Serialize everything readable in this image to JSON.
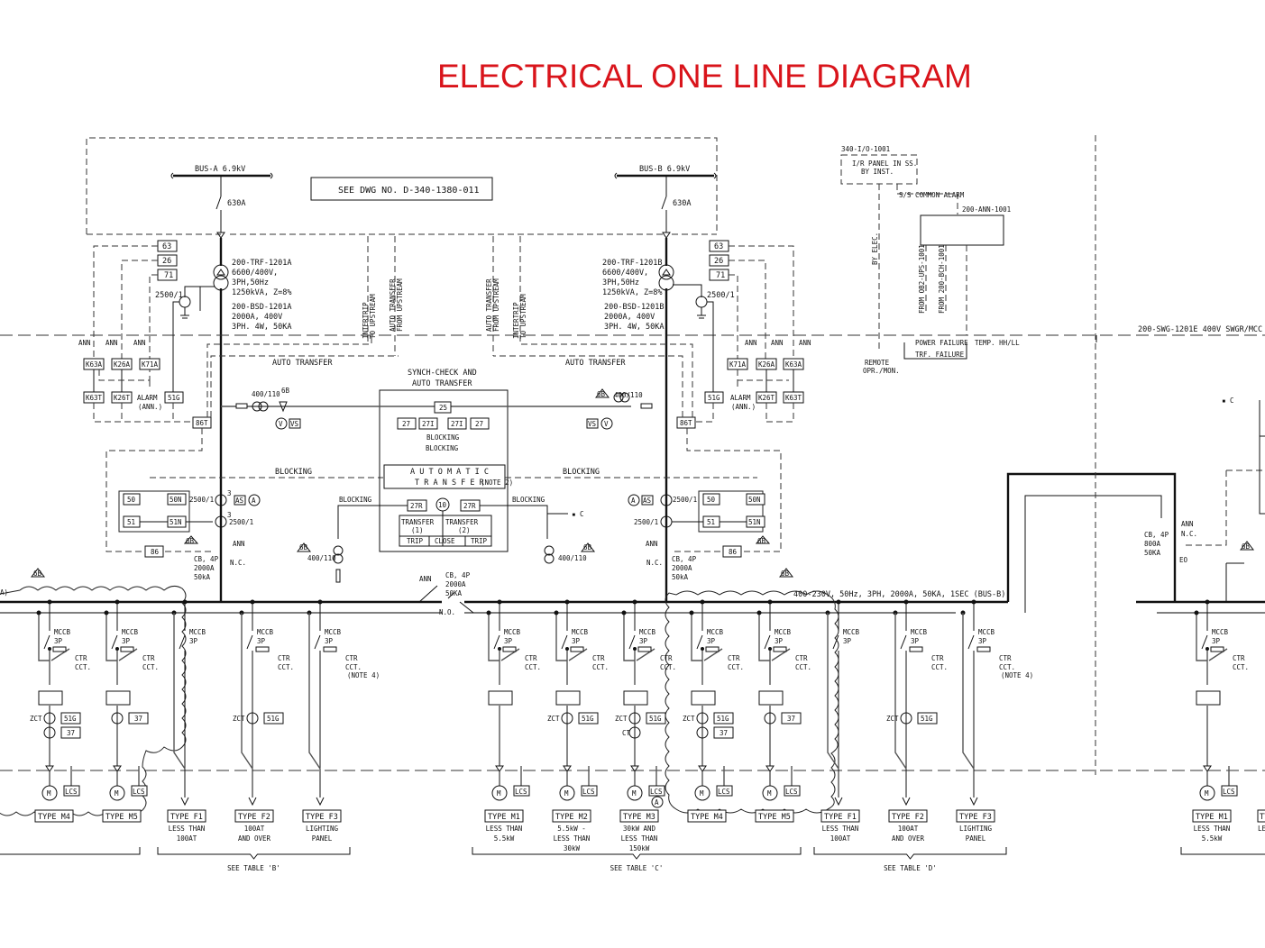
{
  "title": "ELECTRICAL ONE LINE DIAGRAM",
  "colors": {
    "title": "#d9141b",
    "line": "#111111",
    "background": "#ffffff"
  },
  "upstream": {
    "ref_note": "SEE DWG NO. D-340-1380-011",
    "bus_a": {
      "label": "BUS-A 6.9kV",
      "switch_rating": "630A"
    },
    "bus_b": {
      "label": "BUS-B 6.9kV",
      "switch_rating": "630A"
    }
  },
  "transformer_a": {
    "tag": "200-TRF-1201A",
    "lines": [
      "6600/400V,",
      "3PH,50Hz",
      "1250kVA, Z=8%"
    ],
    "busduct": [
      "200-BSD-1201A",
      "2000A, 400V",
      "3PH. 4W, 50KA"
    ],
    "ct": "2500/1"
  },
  "transformer_b": {
    "tag": "200-TRF-1201B",
    "lines": [
      "6600/400V,",
      "3PH,50Hz",
      "1250kVA, Z=8%"
    ],
    "busduct": [
      "200-BSD-1201B",
      "2000A, 400V",
      "3PH. 4W, 50KA"
    ],
    "ct": "2500/1"
  },
  "relays": {
    "top": [
      "63",
      "26",
      "71"
    ],
    "aux_a": [
      "K63A",
      "K26A",
      "K71A"
    ],
    "aux_b": [
      "K71A",
      "K26A",
      "K63A"
    ],
    "trip_a": [
      "K63T",
      "K26T"
    ],
    "trip_b": [
      "K26T",
      "K63T"
    ],
    "ground": "51G",
    "lockout_t": "86T",
    "lockout": "86",
    "ann": "ANN",
    "alarm": [
      "ALARM",
      "(ANN.)"
    ],
    "protection": [
      "50",
      "50N",
      "51",
      "51N"
    ],
    "tri": "6B"
  },
  "signals": {
    "intertrip": [
      "INTERTRIP",
      "TO UPSTREAM"
    ],
    "auto_from": [
      "AUTO TRANSFER",
      "FROM UPSTREAM"
    ],
    "auto_transfer": "AUTO TRANSFER",
    "blocking": "BLOCKING"
  },
  "ats": {
    "title": [
      "SYNCH-CHECK AND",
      "AUTO TRANSFER"
    ],
    "sync": "25",
    "uv": [
      "27",
      "27I",
      "27I",
      "27"
    ],
    "main": [
      "A U T O M A T I C",
      "T R A N S F E R",
      "(NOTE 2)"
    ],
    "res": [
      "27R",
      "27R"
    ],
    "timer": "10",
    "transfer": [
      "TRANSFER",
      "(1)",
      "TRANSFER",
      "(2)"
    ],
    "actions": [
      "TRIP",
      "CLOSE",
      "TRIP"
    ]
  },
  "metering": {
    "vt": "400/110",
    "vs": "VS",
    "v": "V",
    "as": "AS",
    "a": "A",
    "ct3": "3",
    "ct": "2500/1",
    "remote_c": "▪ C"
  },
  "breakers": {
    "incomer": [
      "CB, 4P",
      "2000A",
      "50kA"
    ],
    "tie": [
      "CB, 4P",
      "2000A",
      "50KA"
    ],
    "nc": "N.C.",
    "no": "N.O.",
    "outgoing": [
      "CB, 4P",
      "800A",
      "50KA"
    ],
    "eo": "EO"
  },
  "bus_b_rating": "400-230V, 50Hz, 3PH, 2000A, 50KA, 1SEC (BUS-B)",
  "bus_a_end": "A)",
  "swgr_tag": "200-SWG-1201E 400V SWGR/MCC",
  "annunciator": {
    "panel_tag": "340-I/O-1001",
    "panel": [
      "I/R PANEL IN SS.",
      "BY INST."
    ],
    "common_alarm": "S/S COMMON ALARM",
    "ann_tag": "200-ANN-1001",
    "by_elec": "BY ELEC.",
    "from": [
      "FROM OB2-UPS-1001",
      "FROM 200-BCH-1001"
    ],
    "power_failure": "POWER FAILURE",
    "temp": "TEMP. HH/LL",
    "trf_failure": "TRF. FAILURE",
    "remote": [
      "REMOTE",
      "OPR./MON."
    ]
  },
  "feeder_common": {
    "mccb": [
      "MCCB",
      "3P"
    ],
    "ctr": [
      "CTR",
      "CCT."
    ],
    "note4": "(NOTE 4)",
    "zct": "ZCT",
    "ct": "CT",
    "g": "51G",
    "r37": "37",
    "motor": "M",
    "lcs": "LCS",
    "amm": "A"
  },
  "feeders_a": [
    {
      "type": "TYPE M4",
      "desc": []
    },
    {
      "type": "TYPE M5",
      "desc": []
    },
    {
      "type": "TYPE F1",
      "desc": [
        "LESS THAN",
        "100AT"
      ]
    },
    {
      "type": "TYPE F2",
      "desc": [
        "100AT",
        "AND OVER"
      ]
    },
    {
      "type": "TYPE F3",
      "desc": [
        "LIGHTING",
        "PANEL"
      ]
    }
  ],
  "feeders_b": [
    {
      "type": "TYPE M1",
      "desc": [
        "LESS THAN",
        "5.5kW"
      ]
    },
    {
      "type": "TYPE M2",
      "desc": [
        "5.5kW -",
        "LESS THAN",
        "30kW"
      ]
    },
    {
      "type": "TYPE M3",
      "desc": [
        "30kW AND",
        "LESS THAN",
        "150kW"
      ]
    },
    {
      "type": "TYPE M4",
      "desc": []
    },
    {
      "type": "TYPE M5",
      "desc": []
    },
    {
      "type": "TYPE F1",
      "desc": [
        "LESS THAN",
        "100AT"
      ]
    },
    {
      "type": "TYPE F2",
      "desc": [
        "100AT",
        "AND OVER"
      ]
    },
    {
      "type": "TYPE F3",
      "desc": [
        "LIGHTING",
        "PANEL"
      ]
    }
  ],
  "feeders_e": [
    {
      "type": "TYPE M1",
      "desc": [
        "LESS THAN",
        "5.5kW"
      ]
    },
    {
      "type": "TY",
      "desc": [
        "LE"
      ]
    }
  ],
  "tables": [
    "SEE TABLE 'B'",
    "SEE TABLE 'C'",
    "SEE TABLE 'D'"
  ]
}
